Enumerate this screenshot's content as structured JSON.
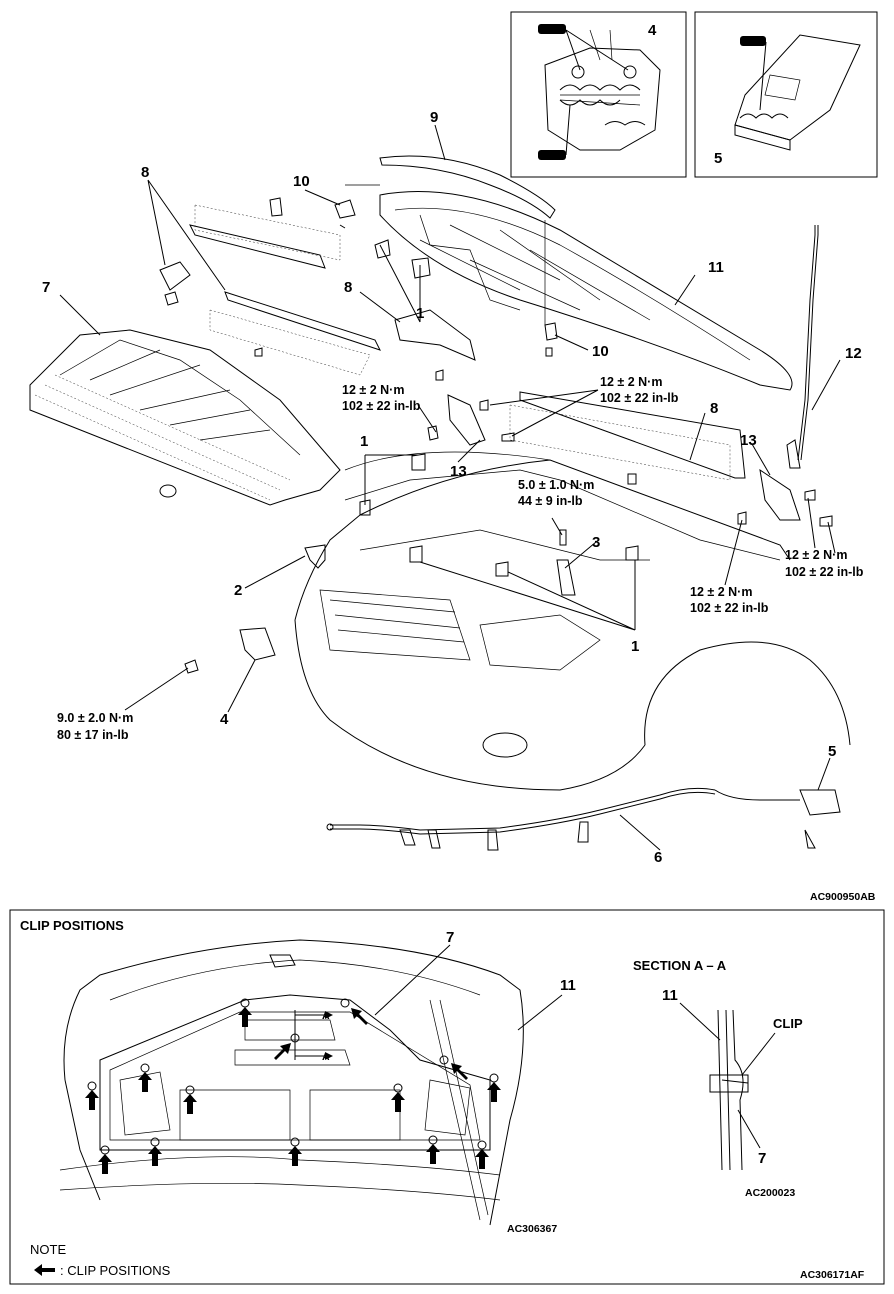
{
  "diagram": {
    "main_code": "AC900950AB",
    "callouts": [
      {
        "id": "c4-top",
        "text": "4"
      },
      {
        "id": "c5-top",
        "text": "5"
      },
      {
        "id": "c9",
        "text": "9"
      },
      {
        "id": "c8-a",
        "text": "8"
      },
      {
        "id": "c10-a",
        "text": "10"
      },
      {
        "id": "c11",
        "text": "11"
      },
      {
        "id": "c7",
        "text": "7"
      },
      {
        "id": "c8-b",
        "text": "8"
      },
      {
        "id": "c1-a",
        "text": "1"
      },
      {
        "id": "c10-b",
        "text": "10"
      },
      {
        "id": "c12",
        "text": "12"
      },
      {
        "id": "c8-c",
        "text": "8"
      },
      {
        "id": "c1-b",
        "text": "1"
      },
      {
        "id": "c13-a",
        "text": "13"
      },
      {
        "id": "c13-b",
        "text": "13"
      },
      {
        "id": "c3",
        "text": "3"
      },
      {
        "id": "c2",
        "text": "2"
      },
      {
        "id": "c1-c",
        "text": "1"
      },
      {
        "id": "c4-bot",
        "text": "4"
      },
      {
        "id": "c5-bot",
        "text": "5"
      },
      {
        "id": "c6",
        "text": "6"
      }
    ],
    "torques": [
      {
        "id": "t1",
        "nm": "12 ± 2 N·m",
        "inlb": "102 ± 22 in-lb"
      },
      {
        "id": "t2",
        "nm": "12 ± 2 N·m",
        "inlb": "102 ± 22 in-lb"
      },
      {
        "id": "t3",
        "nm": "5.0 ± 1.0 N·m",
        "inlb": "44 ± 9 in-lb"
      },
      {
        "id": "t4",
        "nm": "12 ± 2 N·m",
        "inlb": "102 ± 22 in-lb"
      },
      {
        "id": "t5",
        "nm": "12 ± 2 N·m",
        "inlb": "102 ± 22 in-lb"
      },
      {
        "id": "t6",
        "nm": "9.0 ± 2.0 N·m",
        "inlb": "80 ± 17 in-lb"
      }
    ]
  },
  "clip_box": {
    "title": "CLIP POSITIONS",
    "callout_7": "7",
    "callout_11": "11",
    "section_marker": "A",
    "hood_code": "AC306367",
    "section": {
      "title": "SECTION A – A",
      "label_11": "11",
      "label_clip": "CLIP",
      "label_7": "7",
      "code": "AC200023"
    },
    "note_title": "NOTE",
    "note_text": ": CLIP POSITIONS",
    "box_code": "AC306171AF"
  }
}
